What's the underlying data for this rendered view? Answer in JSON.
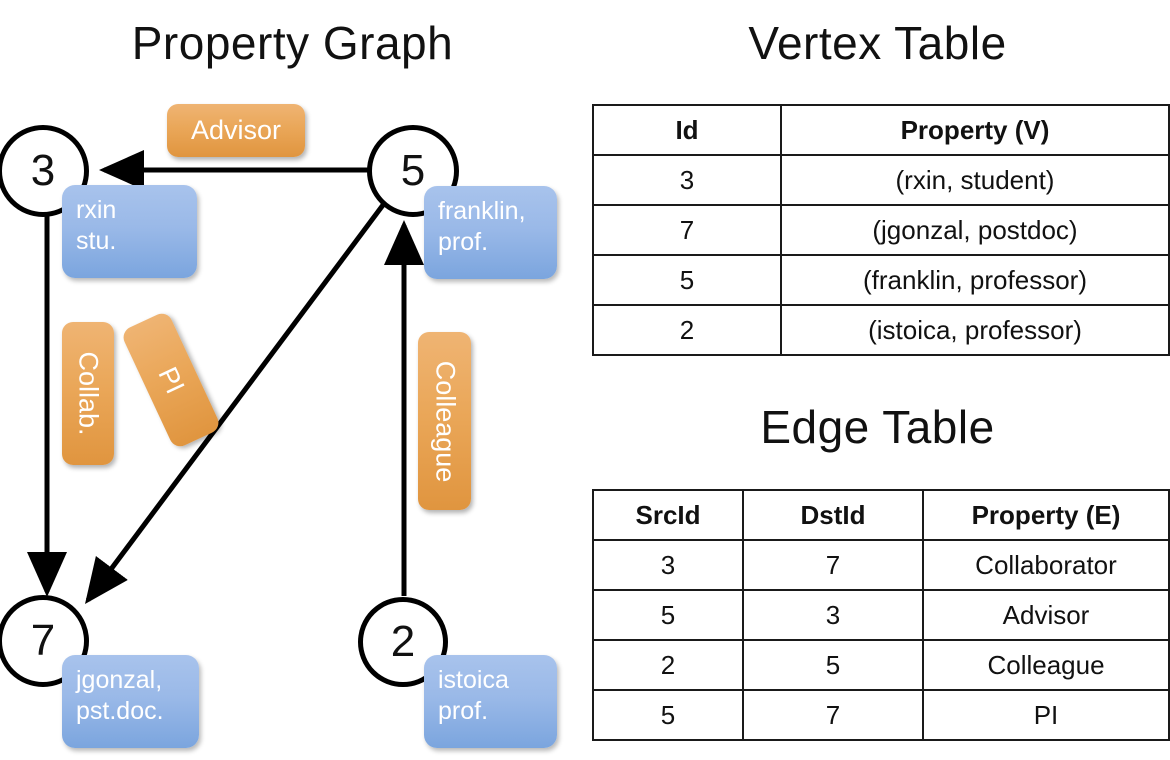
{
  "panels": {
    "graph_title": "Property Graph",
    "vertex_title": "Vertex Table",
    "edge_title": "Edge Table"
  },
  "graph": {
    "nodes": [
      {
        "id": "3",
        "property_lines": [
          "rxin",
          "stu."
        ]
      },
      {
        "id": "5",
        "property_lines": [
          "franklin,",
          "prof."
        ]
      },
      {
        "id": "7",
        "property_lines": [
          "jgonzal,",
          "pst.doc."
        ]
      },
      {
        "id": "2",
        "property_lines": [
          "istoica",
          "prof."
        ]
      }
    ],
    "edge_labels": [
      {
        "name": "advisor",
        "text": "Advisor"
      },
      {
        "name": "collab",
        "text": "Collab."
      },
      {
        "name": "pi",
        "text": "PI"
      },
      {
        "name": "colleague",
        "text": "Colleague"
      }
    ]
  },
  "vertex_table": {
    "headers": [
      "Id",
      "Property (V)"
    ],
    "rows": [
      [
        "3",
        "(rxin, student)"
      ],
      [
        "7",
        "(jgonzal, postdoc)"
      ],
      [
        "5",
        "(franklin, professor)"
      ],
      [
        "2",
        "(istoica, professor)"
      ]
    ]
  },
  "edge_table": {
    "headers": [
      "SrcId",
      "DstId",
      "Property (E)"
    ],
    "rows": [
      [
        "3",
        "7",
        "Collaborator"
      ],
      [
        "5",
        "3",
        "Advisor"
      ],
      [
        "2",
        "5",
        "Colleague"
      ],
      [
        "5",
        "7",
        "PI"
      ]
    ]
  },
  "colors": {
    "vertex_property_fill": "#ccd9ef",
    "edge_property_fill": "#f8ddc2",
    "node_box_blue": "#9ab9e8",
    "edge_label_orange": "#eaa759",
    "stroke": "#000000"
  }
}
